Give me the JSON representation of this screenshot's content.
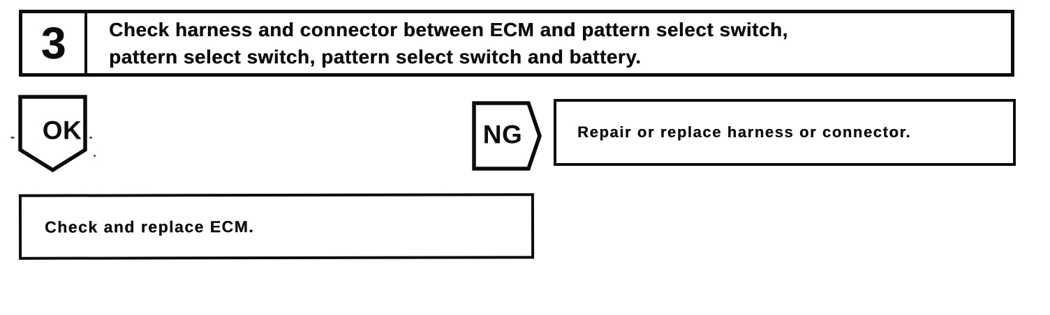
{
  "page": {
    "paper_color": "#ffffff",
    "ink_color": "#0c0c0c"
  },
  "flowchart": {
    "step": {
      "number": "3",
      "instruction_line1": "Check harness and connector between ECM and pattern select switch,",
      "instruction_line2": "pattern select switch, pattern select switch and battery."
    },
    "ok_connector": {
      "label": "OK"
    },
    "ng_connector": {
      "label": "NG"
    },
    "ng_result": {
      "text": "Repair or replace harness or connector."
    },
    "ok_result": {
      "text": "Check and replace ECM."
    }
  }
}
